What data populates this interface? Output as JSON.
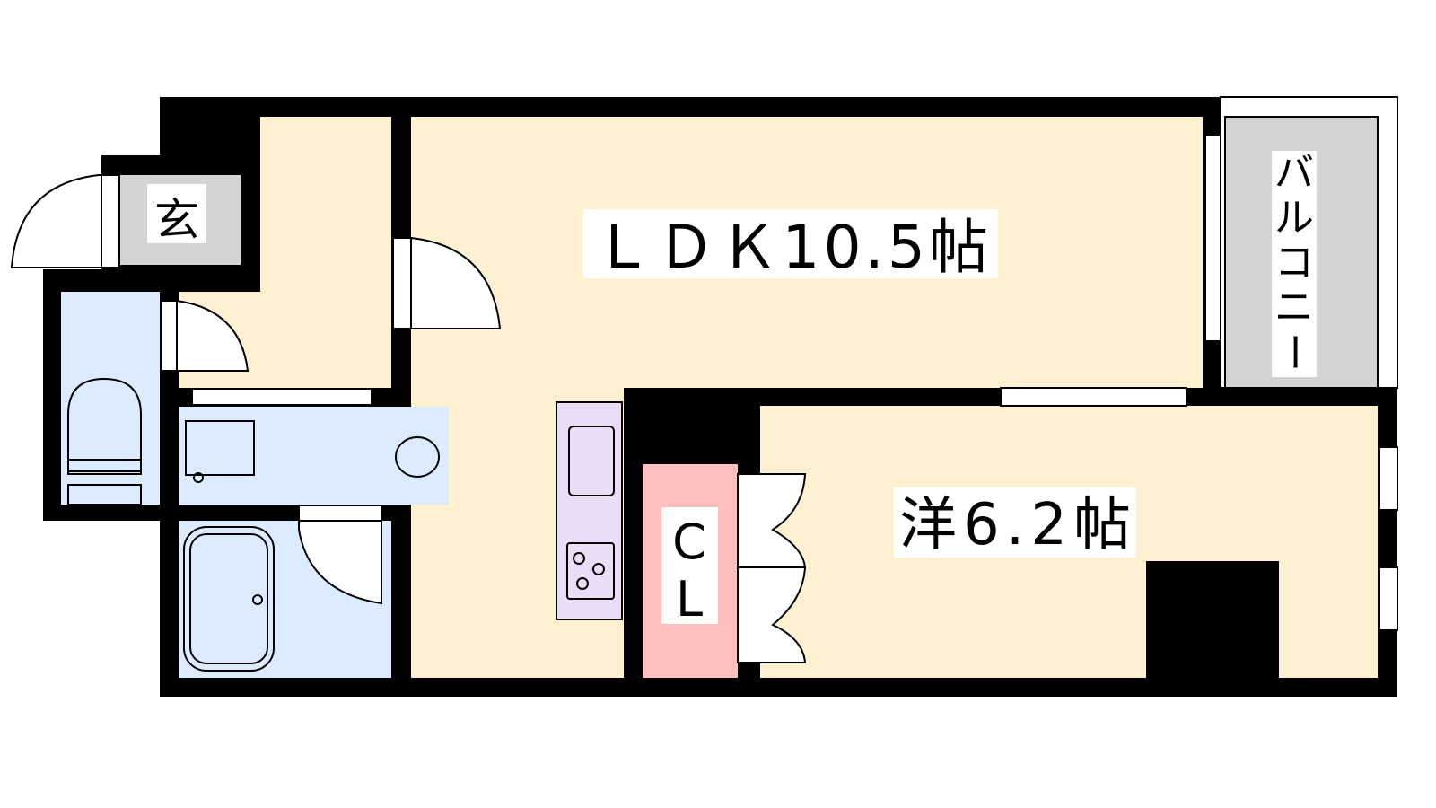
{
  "floor_plan": {
    "rooms": {
      "ldk": "ＬＤＫ10.5帖",
      "western": "洋6.2帖",
      "closet_c": "C",
      "closet_l": "L",
      "entrance": "玄",
      "balcony": [
        "バ",
        "ル",
        "コ",
        "ニ",
        "ー"
      ]
    },
    "colors": {
      "living": "#FEF1D1",
      "wet": "#DCEBFF",
      "entrance": "#D3D3D3",
      "kitchen": "#EBDDF5",
      "closet": "#FFBFBF",
      "wall": "#000000"
    }
  }
}
